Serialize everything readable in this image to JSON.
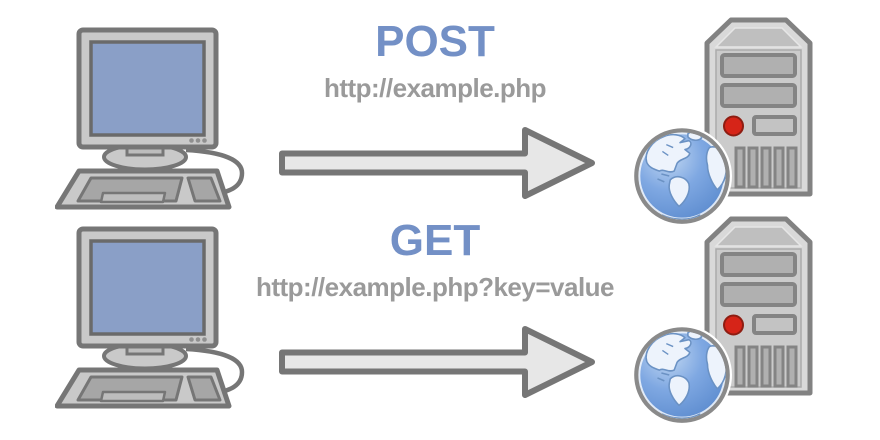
{
  "rows": [
    {
      "id": "post",
      "method": "POST",
      "request_url": "http://example.php"
    },
    {
      "id": "get",
      "method": "GET",
      "request_url": "http://example.php?key=value"
    }
  ],
  "icons": {
    "client": "desktop-computer-icon",
    "transfer": "right-arrow-icon",
    "server": "server-tower-icon",
    "internet": "globe-icon"
  },
  "colors": {
    "method_label": "#7390c6",
    "url_label": "#9a9a9a",
    "icon_outline": "#767676",
    "chassis_gray": "#c9c9c9",
    "panel_gray": "#d7d7d7",
    "key_gray": "#a6a6a6",
    "bay_gray": "#b0b0b0",
    "arrow_fill": "#e7e7e7",
    "screen_blue": "#8a9fc7",
    "power_red": "#d62418",
    "ocean_blue": "#5a8bd0",
    "land_light": "#edf3fc"
  }
}
